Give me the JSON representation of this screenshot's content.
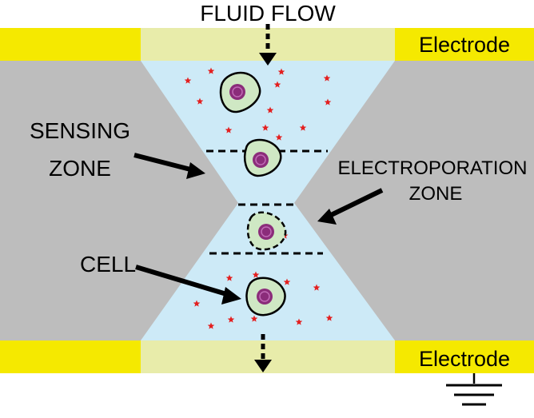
{
  "diagram": {
    "labels": {
      "fluid_flow": "FLUID FLOW",
      "electrode_top": "Electrode",
      "electrode_bottom": "Electrode",
      "sensing_line1": "SENSING",
      "sensing_line2": "ZONE",
      "electroporation_line1": "ELECTROPORATION",
      "electroporation_line2": "ZONE",
      "cell": "CELL"
    },
    "colors": {
      "electrode": "#f5e900",
      "electrode_window": "#e8ecaa",
      "substrate": "#bdbdbd",
      "channel": "#cdeaf7",
      "cell_fill": "#cfe8c4",
      "nucleus": "#8b2c7a",
      "molecule": "#e32020",
      "ink": "#000000"
    },
    "icons": [
      "ground-icon",
      "flow-arrow-icon",
      "cell-icon",
      "molecule-icon"
    ]
  }
}
